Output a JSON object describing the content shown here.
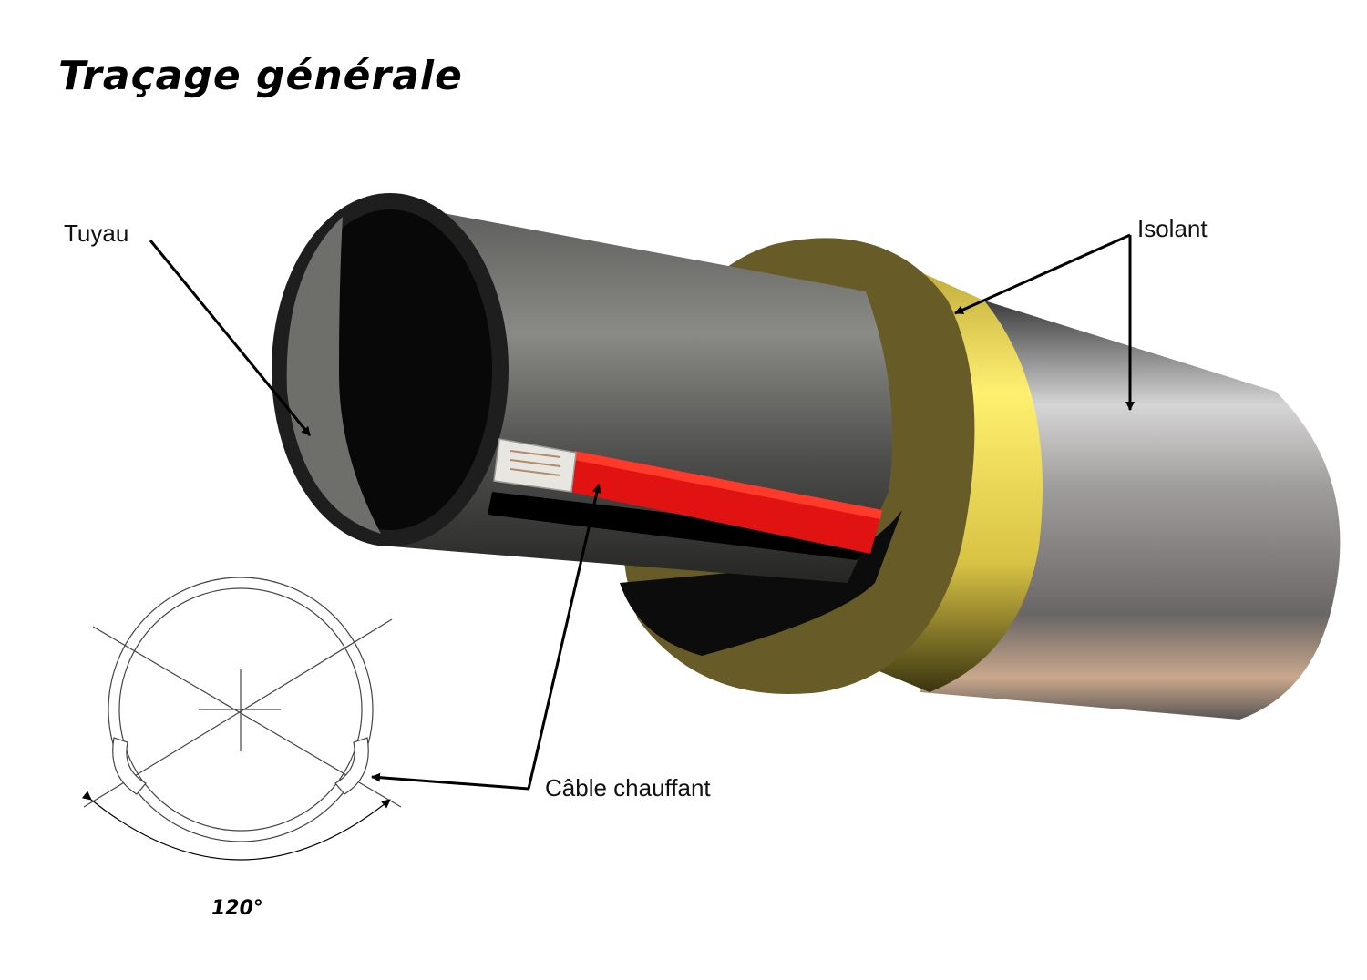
{
  "title": "Traçage générale",
  "labels": {
    "pipe": "Tuyau",
    "insulation": "Isolant",
    "heating_cable": "Câble chauffant",
    "angle": "120°"
  },
  "colors": {
    "pipe": "#6f6f6c",
    "insulation_face": "#675b28",
    "insulation_band": "#f2e35a",
    "cladding": "#bdbcbc",
    "cable": "#e01212"
  }
}
